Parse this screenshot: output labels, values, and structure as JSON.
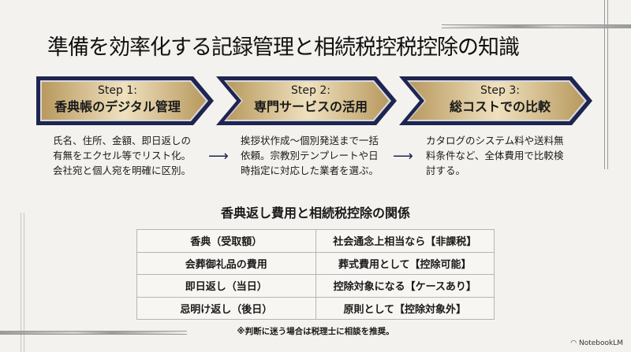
{
  "title": "準備を効率化する記録管理と相続税控税控除の知識",
  "steps": [
    {
      "number": "Step 1:",
      "title": "香典帳のデジタル管理",
      "desc": [
        "氏名、住所、金額、即日返しの",
        "有無をエクセル等でリスト化。",
        "会社宛と個人宛を明確に区別。"
      ]
    },
    {
      "number": "Step 2:",
      "title": "専門サービスの活用",
      "desc": [
        "挨拶状作成〜個別発送まで一括",
        "依頼。宗教別テンプレートや日",
        "時指定に対応した業者を選ぶ。"
      ]
    },
    {
      "number": "Step 3:",
      "title": "総コストでの比較",
      "desc": [
        "カタログのシステム料や送料無",
        "料条件など、全体費用で比較検",
        "討する。"
      ]
    }
  ],
  "arrow": "⟶",
  "table_title": "香典返し費用と相続税控除の関係",
  "table": [
    [
      "香典（受取額）",
      "社会通念上相当なら【非課税】"
    ],
    [
      "会葬御礼品の費用",
      "葬式費用として【控除可能】"
    ],
    [
      "即日返し（当日）",
      "控除対象になる【ケースあり】"
    ],
    [
      "忌明け返し（後日）",
      "原則として【控除対象外】"
    ]
  ],
  "note": "※判断に迷う場合は税理士に相談を推奨。",
  "logo": "NotebookLM",
  "colors": {
    "navy": "#1e2550",
    "gold": "#c9ad78"
  }
}
